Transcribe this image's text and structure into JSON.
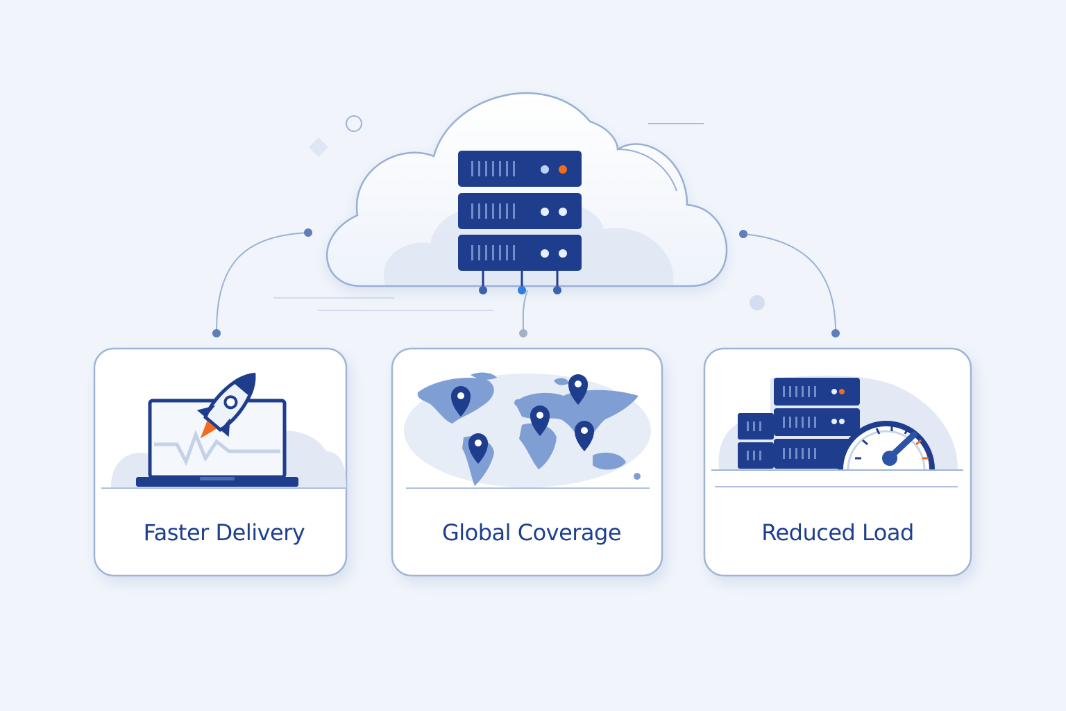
{
  "diagram": {
    "center": {
      "icon": "cloud-server-icon"
    },
    "cards": [
      {
        "label": "Faster Delivery",
        "icon": "rocket-laptop-icon"
      },
      {
        "label": "Global Coverage",
        "icon": "world-map-pins-icon"
      },
      {
        "label": "Reduced Load",
        "icon": "server-speedometer-icon"
      }
    ]
  },
  "colors": {
    "background": "#f1f5fb",
    "navy": "#1e3d8c",
    "navy_dark": "#16306f",
    "light_blue": "#c9d8ee",
    "line": "#9bb1d3",
    "accent_orange": "#f26b21",
    "label": "#1d3f8f"
  }
}
